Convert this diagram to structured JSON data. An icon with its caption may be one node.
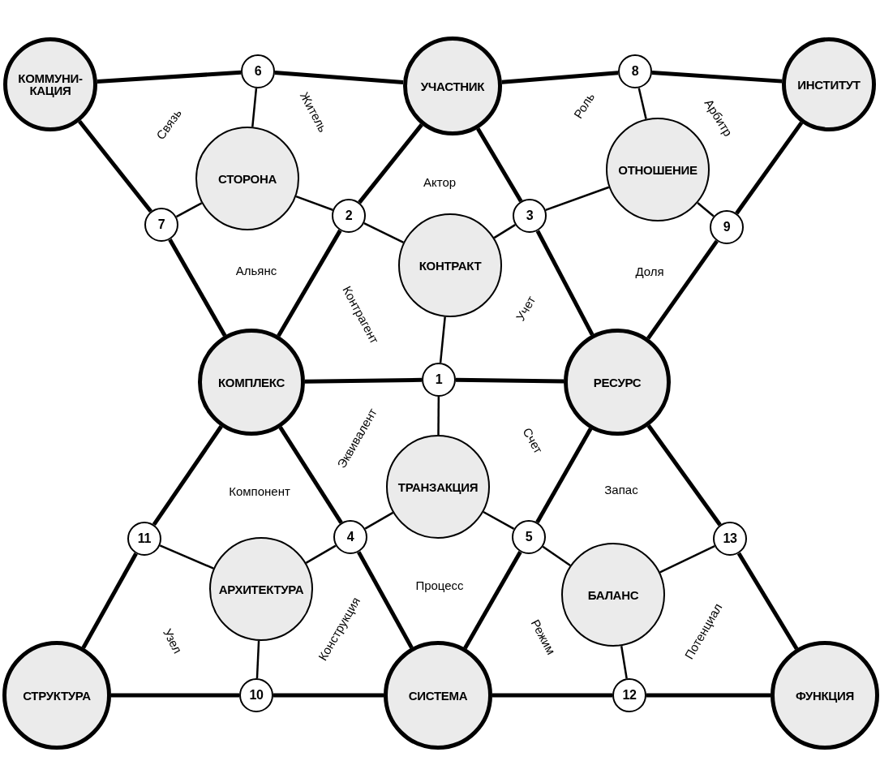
{
  "diagram": {
    "nodes": [
      {
        "text": [
          "КОММУНИ-КАЦИЯ"
        ]
      },
      {
        "text": [
          "6"
        ]
      },
      {
        "text": [
          "УЧАСТНИК"
        ]
      },
      {
        "text": [
          "8"
        ]
      },
      {
        "text": [
          "ИНСТИТУТ"
        ]
      },
      {
        "text": [
          "СТОРОНА"
        ]
      },
      {
        "text": [
          "ОТНОШЕНИЕ"
        ]
      },
      {
        "text": [
          "7"
        ]
      },
      {
        "text": [
          "2"
        ]
      },
      {
        "text": [
          "3"
        ]
      },
      {
        "text": [
          "9"
        ]
      },
      {
        "text": [
          "КОНТРАКТ"
        ]
      },
      {
        "text": [
          "КОМПЛЕКС"
        ]
      },
      {
        "text": [
          "1"
        ]
      },
      {
        "text": [
          "РЕСУРС"
        ]
      },
      {
        "text": [
          "ТРАНЗАКЦИЯ"
        ]
      },
      {
        "text": [
          "11"
        ]
      },
      {
        "text": [
          "4"
        ]
      },
      {
        "text": [
          "5"
        ]
      },
      {
        "text": [
          "13"
        ]
      },
      {
        "text": [
          "АРХИТЕКТУРА"
        ]
      },
      {
        "text": [
          "БАЛАНС"
        ]
      },
      {
        "text": [
          "СТРУКТУРА"
        ]
      },
      {
        "text": [
          "10"
        ]
      },
      {
        "text": [
          "СИСТЕМА"
        ]
      },
      {
        "text": [
          "12"
        ]
      },
      {
        "text": [
          "ФУНКЦИЯ"
        ]
      }
    ],
    "edges": [
      {
        "from": 0,
        "to": 1,
        "arrow": "none"
      },
      {
        "from": 1,
        "to": 2,
        "arrow": "none"
      },
      {
        "from": 2,
        "to": 3,
        "arrow": "none"
      },
      {
        "from": 3,
        "to": 4,
        "arrow": "none"
      },
      {
        "from": 0,
        "to": 7,
        "arrow": "none"
      },
      {
        "from": 7,
        "to": 12,
        "arrow": "none"
      },
      {
        "from": 2,
        "to": 8,
        "arrow": "none"
      },
      {
        "from": 8,
        "to": 12,
        "arrow": "none"
      },
      {
        "from": 2,
        "to": 9,
        "arrow": "none"
      },
      {
        "from": 9,
        "to": 14,
        "arrow": "none"
      },
      {
        "from": 4,
        "to": 10,
        "arrow": "none"
      },
      {
        "from": 10,
        "to": 14,
        "arrow": "none"
      },
      {
        "from": 12,
        "to": 13,
        "arrow": "none"
      },
      {
        "from": 13,
        "to": 14,
        "arrow": "none"
      },
      {
        "from": 12,
        "to": 16,
        "arrow": "none"
      },
      {
        "from": 16,
        "to": 22,
        "arrow": "none"
      },
      {
        "from": 12,
        "to": 17,
        "arrow": "none"
      },
      {
        "from": 17,
        "to": 24,
        "arrow": "none"
      },
      {
        "from": 14,
        "to": 18,
        "arrow": "none"
      },
      {
        "from": 18,
        "to": 24,
        "arrow": "none"
      },
      {
        "from": 14,
        "to": 19,
        "arrow": "none"
      },
      {
        "from": 19,
        "to": 26,
        "arrow": "none"
      },
      {
        "from": 22,
        "to": 23,
        "arrow": "none"
      },
      {
        "from": 23,
        "to": 24,
        "arrow": "none"
      },
      {
        "from": 24,
        "to": 25,
        "arrow": "none"
      },
      {
        "from": 25,
        "to": 26,
        "arrow": "none"
      },
      {
        "from": 1,
        "to": 5,
        "arrow": "none"
      },
      {
        "from": 3,
        "to": 6,
        "arrow": "none"
      },
      {
        "from": 7,
        "to": 5,
        "arrow": "none"
      },
      {
        "from": 8,
        "to": 5,
        "arrow": "none"
      },
      {
        "from": 8,
        "to": 11,
        "arrow": "none"
      },
      {
        "from": 9,
        "to": 6,
        "arrow": "none"
      },
      {
        "from": 9,
        "to": 11,
        "arrow": "none"
      },
      {
        "from": 10,
        "to": 6,
        "arrow": "none"
      },
      {
        "from": 13,
        "to": 11,
        "arrow": "none"
      },
      {
        "from": 13,
        "to": 15,
        "arrow": "none"
      },
      {
        "from": 16,
        "to": 20,
        "arrow": "none"
      },
      {
        "from": 17,
        "to": 20,
        "arrow": "none"
      },
      {
        "from": 17,
        "to": 15,
        "arrow": "none"
      },
      {
        "from": 18,
        "to": 15,
        "arrow": "none"
      },
      {
        "from": 18,
        "to": 21,
        "arrow": "none"
      },
      {
        "from": 19,
        "to": 21,
        "arrow": "none"
      },
      {
        "from": 23,
        "to": 20,
        "arrow": "none"
      },
      {
        "from": 25,
        "to": 21,
        "arrow": "none"
      }
    ],
    "labels": [
      "Связь",
      "Житель",
      "Роль",
      "Арбитр",
      "Актор",
      "Альянс",
      "Контрагент",
      "Доля",
      "Учет",
      "Эквивалент",
      "Счет",
      "Компонент",
      "Запас",
      "Процесс",
      "Узел",
      "Конструкция",
      "Режим",
      "Потенциал"
    ]
  }
}
